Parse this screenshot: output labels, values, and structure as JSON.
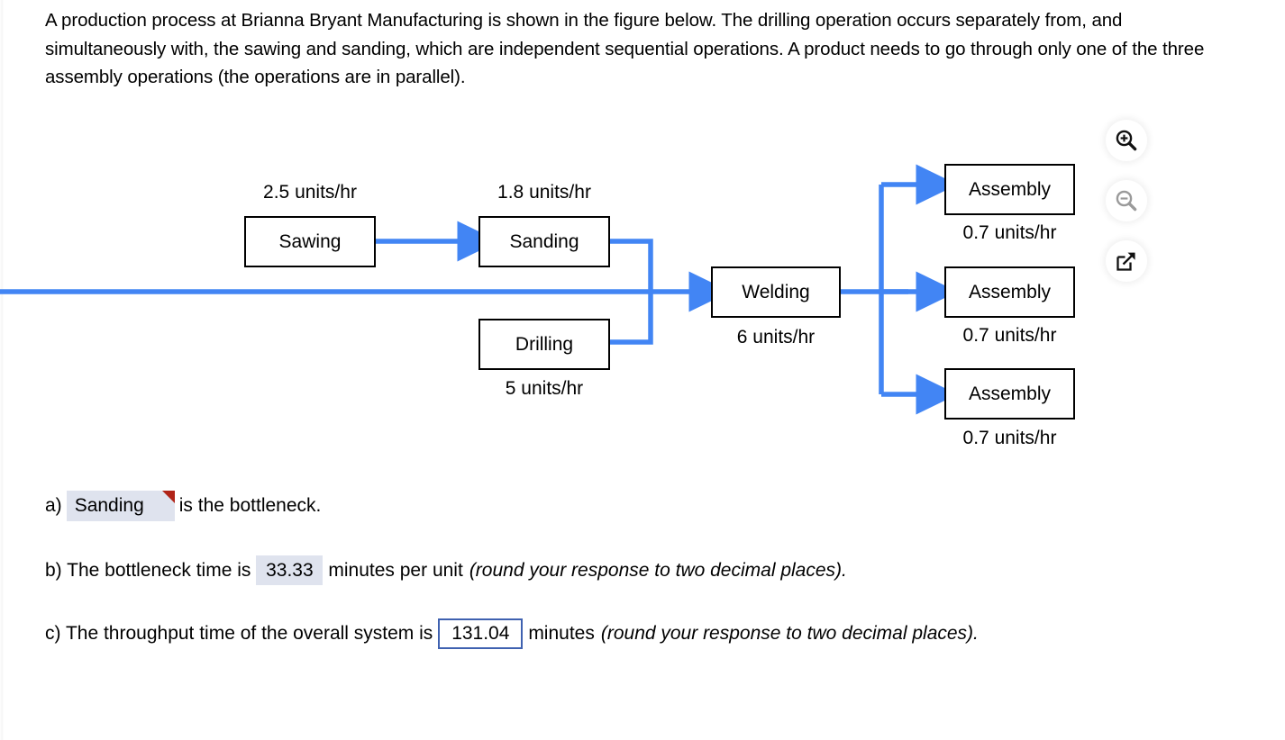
{
  "statement": "A production process at Brianna Bryant Manufacturing is shown in the figure below. The drilling operation occurs separately from, and simultaneously with, the sawing and sanding, which are independent sequential operations. A product needs to go through only one of the three assembly operations (the operations are in parallel).",
  "colors": {
    "arrow_blue": "#4285f4",
    "box_border": "#000000",
    "field_fill": "#dfe3ee",
    "active_border": "#3f61b0",
    "flag_red": "#b02418"
  },
  "figure": {
    "nodes": [
      {
        "id": "sawing",
        "label": "Sawing",
        "rate": "2.5 units/hr",
        "rate_position": "above"
      },
      {
        "id": "sanding",
        "label": "Sanding",
        "rate": "1.8 units/hr",
        "rate_position": "above"
      },
      {
        "id": "drilling",
        "label": "Drilling",
        "rate": "5 units/hr",
        "rate_position": "below"
      },
      {
        "id": "welding",
        "label": "Welding",
        "rate": "6 units/hr",
        "rate_position": "below"
      },
      {
        "id": "assembly1",
        "label": "Assembly",
        "rate": "0.7 units/hr",
        "rate_position": "below"
      },
      {
        "id": "assembly2",
        "label": "Assembly",
        "rate": "0.7 units/hr",
        "rate_position": "below"
      },
      {
        "id": "assembly3",
        "label": "Assembly",
        "rate": "0.7 units/hr",
        "rate_position": "below"
      }
    ]
  },
  "toolbar": {
    "icons": [
      {
        "name": "zoom-in-icon",
        "state": "enabled"
      },
      {
        "name": "zoom-out-icon",
        "state": "disabled"
      },
      {
        "name": "open-in-new-icon",
        "state": "enabled"
      }
    ]
  },
  "answers": {
    "a": {
      "prefix": "a)",
      "dropdown_value": "Sanding",
      "suffix": "is the bottleneck."
    },
    "b": {
      "prefix": "b) The bottleneck time is",
      "value": "33.33",
      "suffix": "minutes per unit",
      "note": "(round your response to two decimal places)."
    },
    "c": {
      "prefix": "c) The throughput time of the overall system is",
      "value": "131.04",
      "suffix": "minutes",
      "note": "(round your response to two decimal places)."
    }
  }
}
